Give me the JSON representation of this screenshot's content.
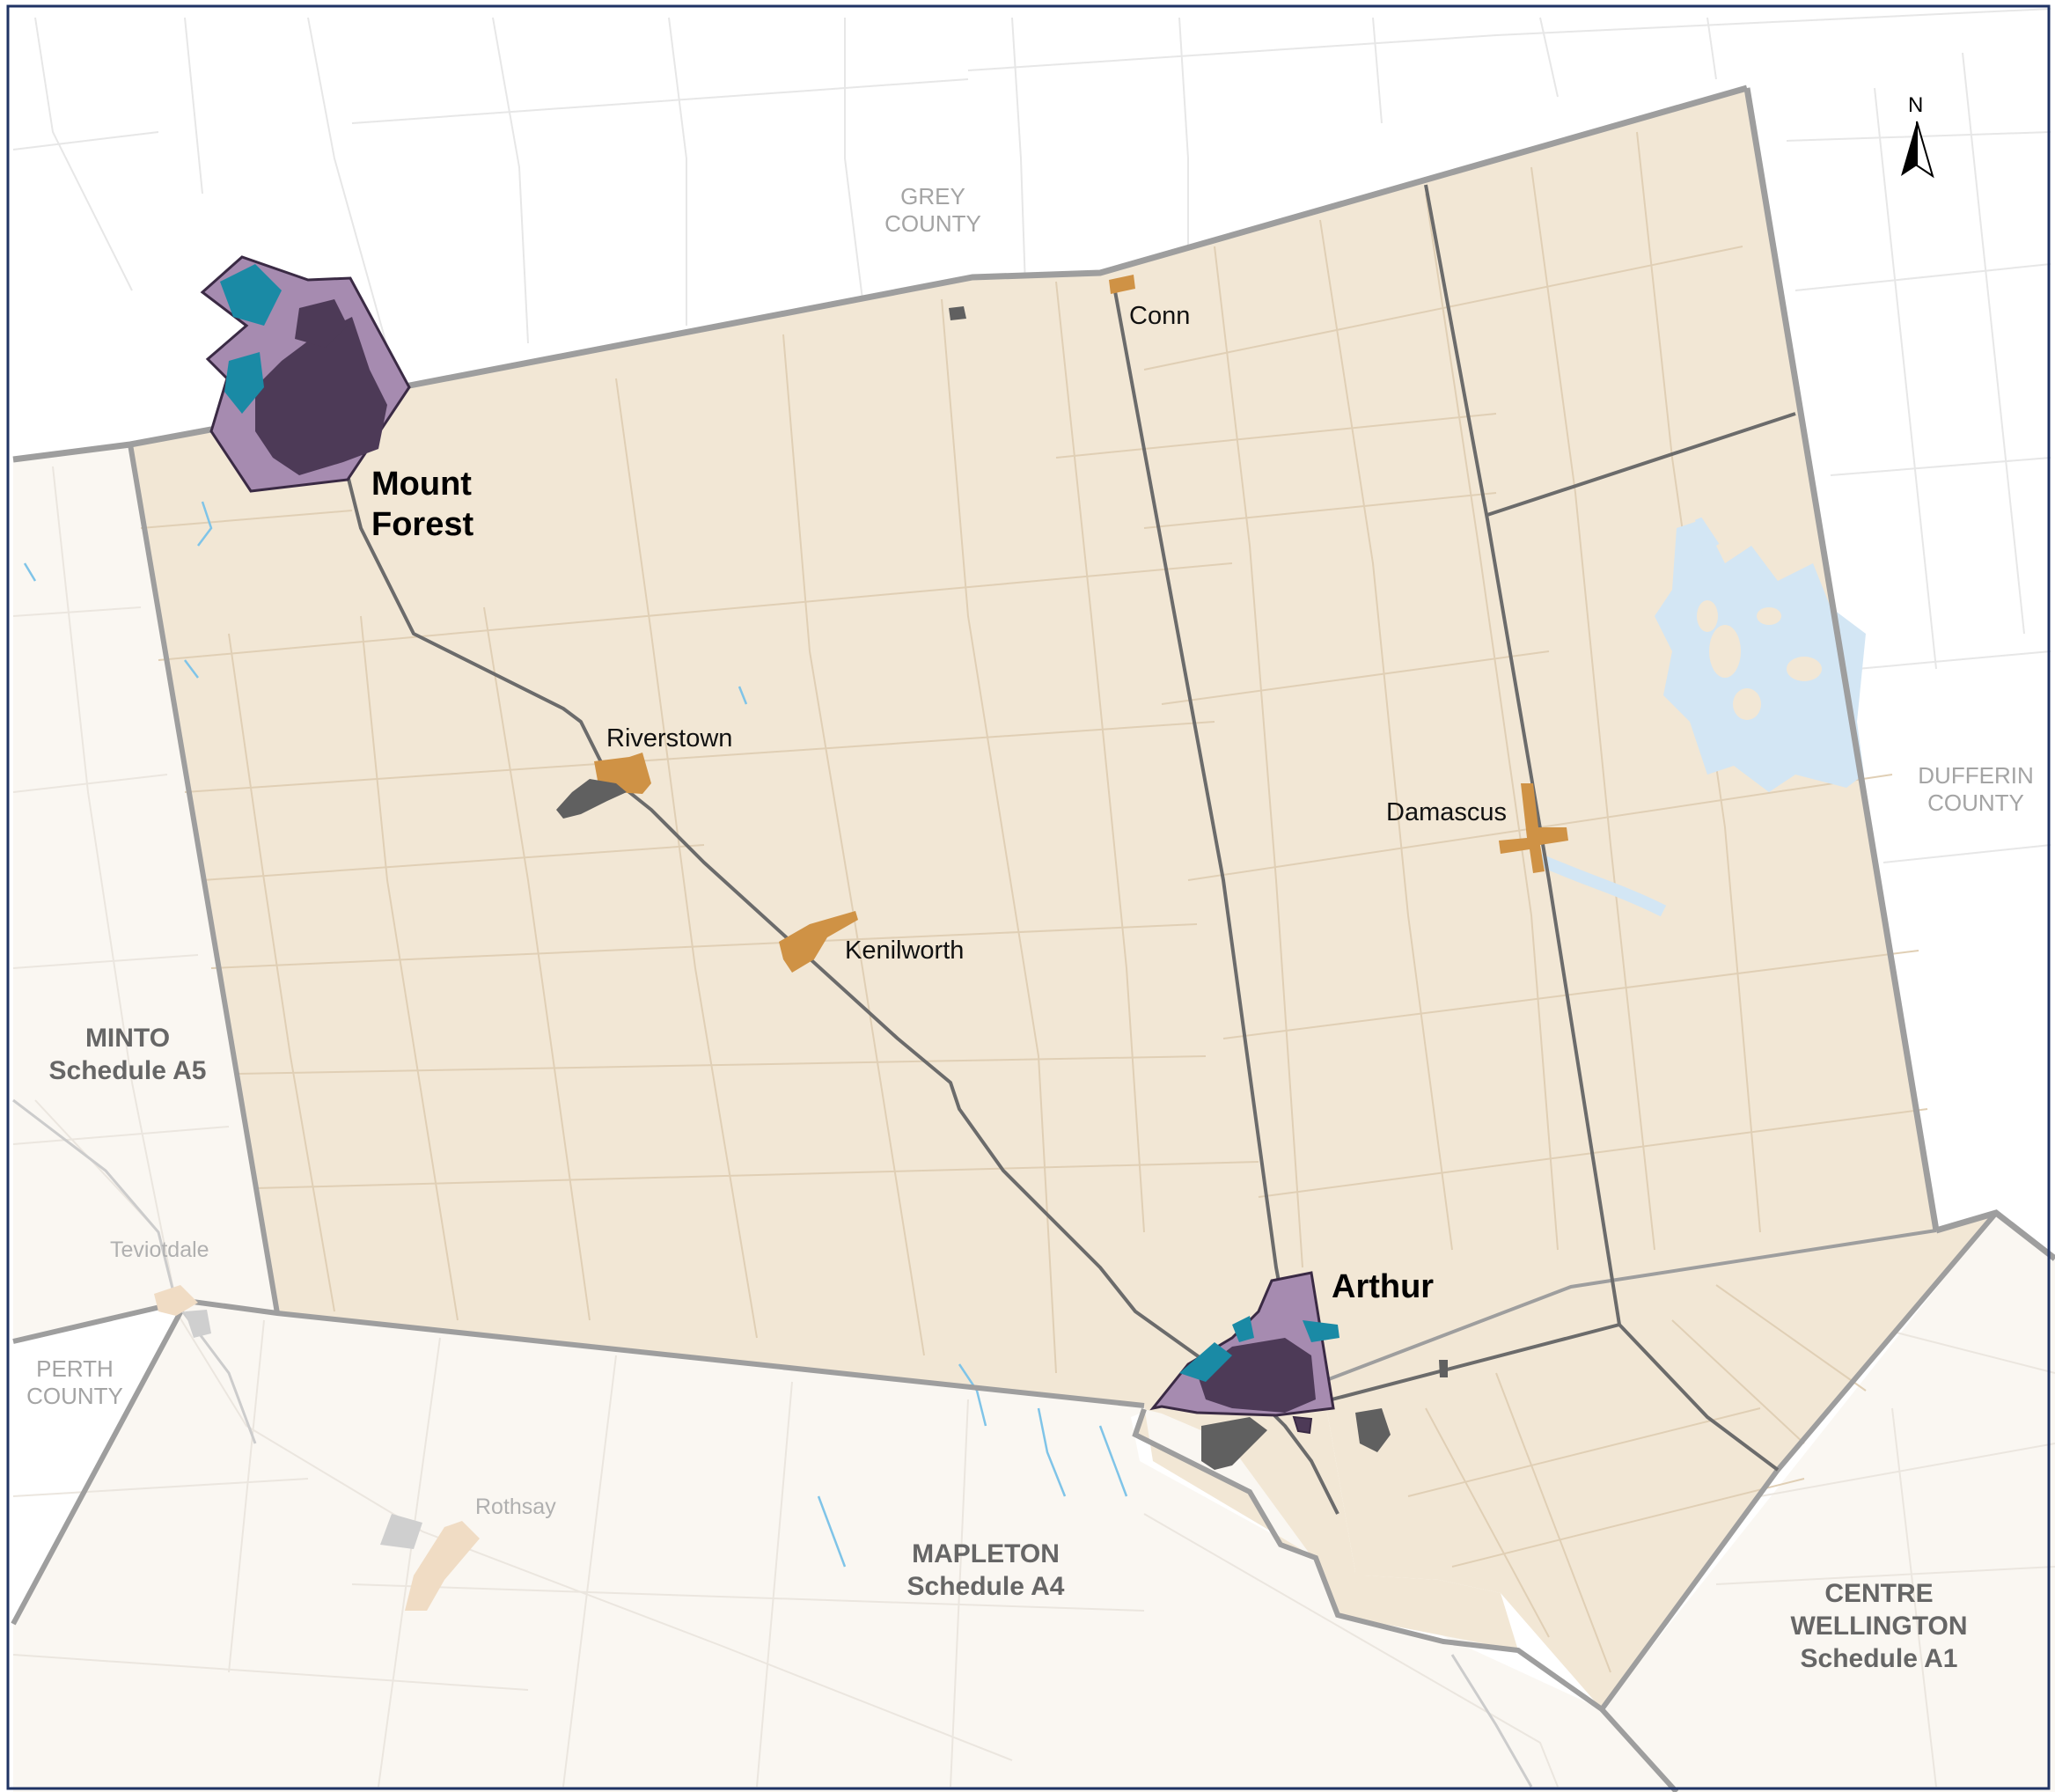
{
  "map": {
    "north_arrow": {
      "letter": "N",
      "icon": "north-arrow-icon"
    },
    "colors": {
      "township_fill": "#f2e7d5",
      "outside_fill": "#faf7f2",
      "outer_bg": "#ffffff",
      "urban_light": "#a68bb0",
      "urban_dark": "#4d3a57",
      "urban_teal": "#1a8aa5",
      "hamlet": "#cf9245",
      "hamlet_faded": "#f0dcc4",
      "industrial": "#606060",
      "water": "#d3e6f4",
      "stream": "#7fc4e8",
      "boundary": "#9e9e9e",
      "road": "#6b6b6b",
      "frame": "#1f3364"
    },
    "urban_centres": [
      {
        "name": "Mount Forest"
      },
      {
        "name": "Arthur"
      }
    ],
    "hamlets": [
      {
        "name": "Conn"
      },
      {
        "name": "Riverstown"
      },
      {
        "name": "Kenilworth"
      },
      {
        "name": "Damascus"
      }
    ],
    "outside_places": [
      {
        "name": "Teviotdale"
      },
      {
        "name": "Rothsay"
      }
    ],
    "counties": [
      {
        "line1": "GREY",
        "line2": "COUNTY"
      },
      {
        "line1": "DUFFERIN",
        "line2": "COUNTY"
      },
      {
        "line1": "PERTH",
        "line2": "COUNTY"
      }
    ],
    "municipalities": [
      {
        "line1": "MINTO",
        "line2": "Schedule A5"
      },
      {
        "line1": "MAPLETON",
        "line2": "Schedule A4"
      },
      {
        "line1": "CENTRE",
        "line2": "WELLINGTON",
        "line3": "Schedule A1"
      }
    ]
  }
}
